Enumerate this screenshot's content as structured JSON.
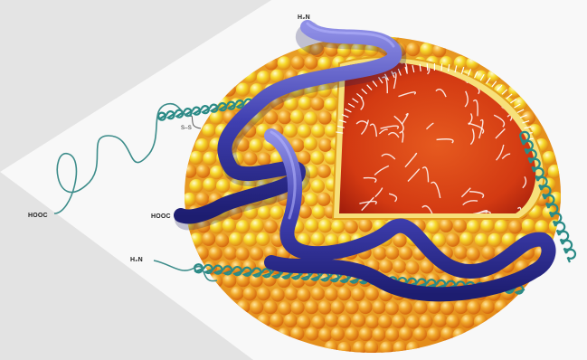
{
  "figure": {
    "labels": {
      "apob_n_terminus": "H₂N",
      "apoa_c_terminus": "HOOC",
      "apob_c_terminus": "HOOC",
      "apoa_n_terminus": "H₂N",
      "disulfide_bridge": "S–S"
    },
    "colors": {
      "background": "#ececec",
      "light_panel": "#f7f7f7",
      "phospholipid_yellow": "#f4d21a",
      "phospholipid_orange": "#e9901c",
      "core_red": "#d53a12",
      "core_dark": "#a81f0c",
      "protein_blue": "#3f3fb0",
      "apoa_teal": "#2a8a86",
      "fatty_chain_white": "#ffffff"
    }
  }
}
